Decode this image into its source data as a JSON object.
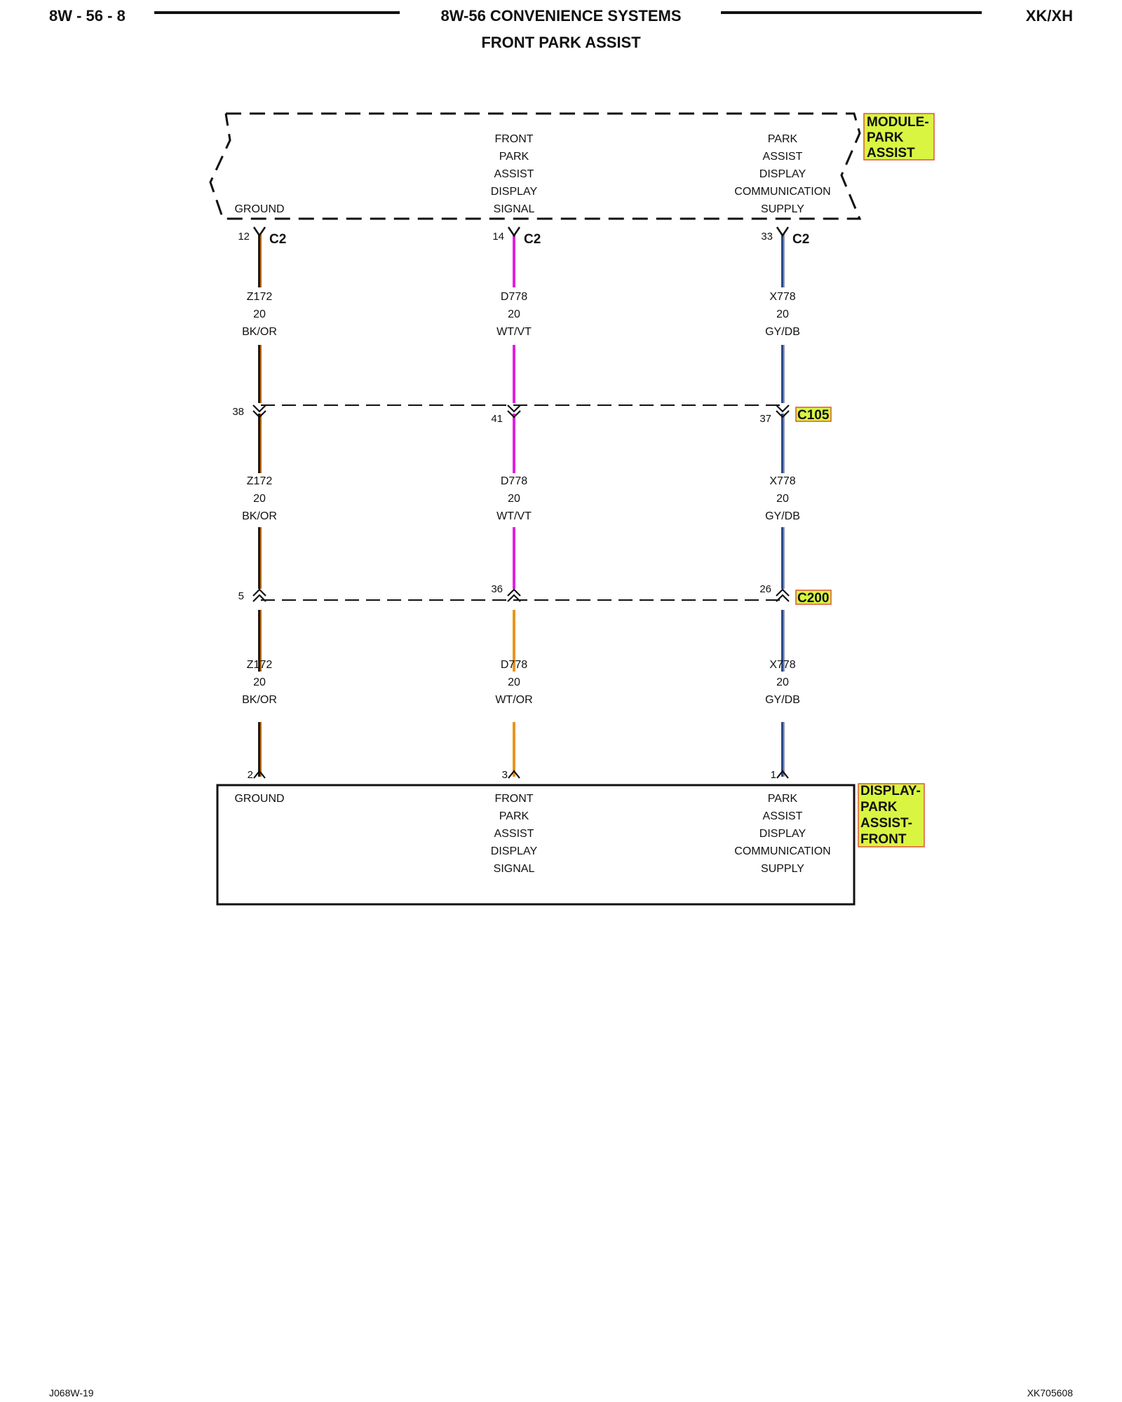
{
  "header": {
    "page_number": "8W - 56 - 8",
    "section_title": "8W-56 CONVENIENCE SYSTEMS",
    "subtitle": "FRONT PARK ASSIST",
    "model": "XK/XH"
  },
  "module": {
    "tag_lines": [
      "MODULE-",
      "PARK",
      "ASSIST"
    ],
    "connector": "C2",
    "columns": [
      {
        "lines": [
          "GROUND"
        ]
      },
      {
        "lines": [
          "FRONT",
          "PARK",
          "ASSIST",
          "DISPLAY",
          "SIGNAL"
        ]
      },
      {
        "lines": [
          "PARK",
          "ASSIST",
          "DISPLAY",
          "COMMUNICATION",
          "SUPPLY"
        ]
      }
    ]
  },
  "display": {
    "tag_lines": [
      "DISPLAY-",
      "PARK",
      "ASSIST-",
      "FRONT"
    ],
    "columns": [
      {
        "lines": [
          "GROUND"
        ]
      },
      {
        "lines": [
          "FRONT",
          "PARK",
          "ASSIST",
          "DISPLAY",
          "SIGNAL"
        ]
      },
      {
        "lines": [
          "PARK",
          "ASSIST",
          "DISPLAY",
          "COMMUNICATION",
          "SUPPLY"
        ]
      }
    ]
  },
  "connectors": {
    "c105": "C105",
    "c200": "C200"
  },
  "circuits": [
    {
      "module_pin": "12",
      "c105_pin": "38",
      "c200_pin": "5",
      "display_pin": "2",
      "segments": [
        {
          "circuit": "Z172",
          "gauge": "20",
          "color": "BK/OR",
          "stroke": "#1a1a1a",
          "tracer": "#e07800"
        },
        {
          "circuit": "Z172",
          "gauge": "20",
          "color": "BK/OR",
          "stroke": "#1a1a1a",
          "tracer": "#e07800"
        },
        {
          "circuit": "Z172",
          "gauge": "20",
          "color": "BK/OR",
          "stroke": "#1a1a1a",
          "tracer": "#e07800"
        }
      ]
    },
    {
      "module_pin": "14",
      "c105_pin": "41",
      "c200_pin": "36",
      "display_pin": "3",
      "segments": [
        {
          "circuit": "D778",
          "gauge": "20",
          "color": "WT/VT",
          "stroke": "#e020e0",
          "tracer": ""
        },
        {
          "circuit": "D778",
          "gauge": "20",
          "color": "WT/VT",
          "stroke": "#e020e0",
          "tracer": ""
        },
        {
          "circuit": "D778",
          "gauge": "20",
          "color": "WT/OR",
          "stroke": "#e8961e",
          "tracer": ""
        }
      ]
    },
    {
      "module_pin": "33",
      "c105_pin": "37",
      "c200_pin": "26",
      "display_pin": "1",
      "segments": [
        {
          "circuit": "X778",
          "gauge": "20",
          "color": "GY/DB",
          "stroke": "#2a4a8a",
          "tracer": "#9aa6bf"
        },
        {
          "circuit": "X778",
          "gauge": "20",
          "color": "GY/DB",
          "stroke": "#2a4a8a",
          "tracer": "#9aa6bf"
        },
        {
          "circuit": "X778",
          "gauge": "20",
          "color": "GY/DB",
          "stroke": "#2a4a8a",
          "tracer": "#9aa6bf"
        }
      ]
    }
  ],
  "footer": {
    "left": "J068W-19",
    "right": "XK705608"
  },
  "colors": {
    "tag_fill": "#d9f542",
    "tag_border": "#e0553a",
    "line": "#111111"
  }
}
